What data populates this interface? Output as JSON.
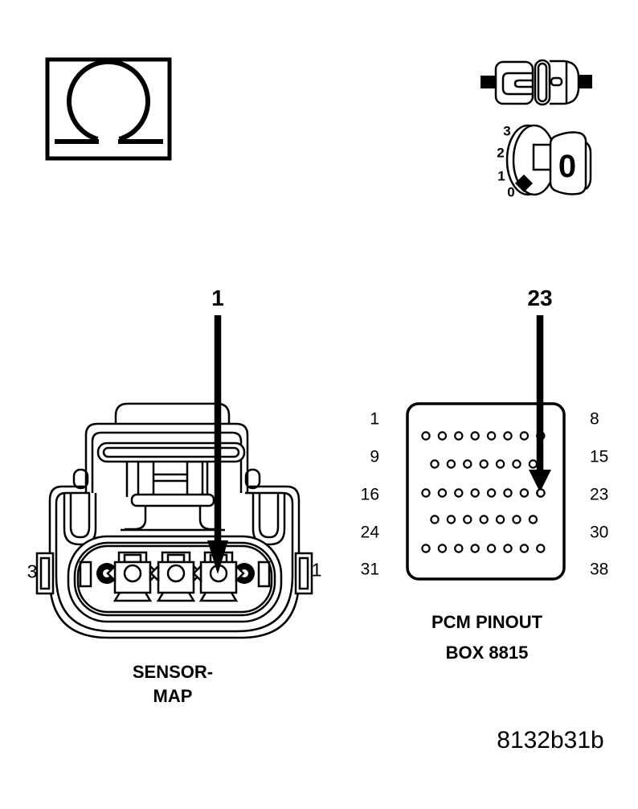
{
  "meter": {
    "resistance_symbol": "Ω",
    "dial": {
      "scale": [
        "3",
        "2",
        "1",
        "0"
      ],
      "reading": "0"
    }
  },
  "probes": {
    "sensor_arrow_label": "1",
    "pcm_arrow_label": "23"
  },
  "sensor_connector": {
    "pin_left": "3",
    "pin_right": "1",
    "caption": [
      "SENSOR-",
      "MAP"
    ]
  },
  "pcm_pinout": {
    "caption": [
      "PCM PINOUT",
      "BOX 8815"
    ],
    "highlighted_pin": "23",
    "rows": [
      {
        "left": "1",
        "right": "8",
        "count": 8,
        "offset": 0
      },
      {
        "left": "9",
        "right": "15",
        "count": 7,
        "offset": 1
      },
      {
        "left": "16",
        "right": "23",
        "count": 8,
        "offset": 0
      },
      {
        "left": "24",
        "right": "30",
        "count": 7,
        "offset": 1
      },
      {
        "left": "31",
        "right": "38",
        "count": 8,
        "offset": 0
      }
    ]
  },
  "figure_id": "8132b31b",
  "colors": {
    "ink": "#000000",
    "background": "#ffffff"
  }
}
